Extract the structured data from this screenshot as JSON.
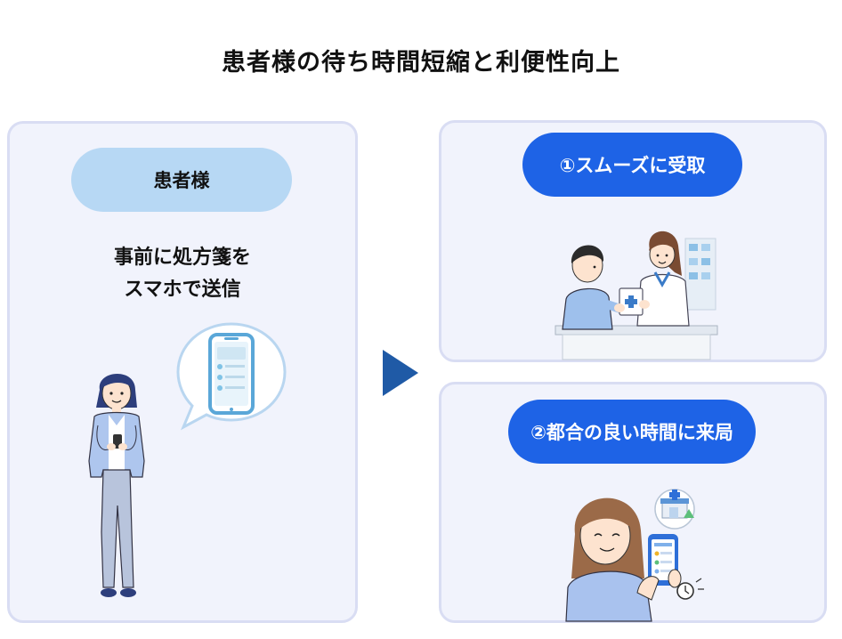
{
  "title": "患者様の待ち時間短縮と利便性向上",
  "patient_panel": {
    "label": "患者様",
    "description_line1": "事前に処方箋を",
    "description_line2": "スマホで送信"
  },
  "benefit_1": {
    "label": "①スムーズに受取"
  },
  "benefit_2": {
    "label": "②都合の良い時間に来局"
  },
  "colors": {
    "accent_blue": "#1e63e6",
    "pill_light": "#b7d8f4",
    "panel_bg": "#f1f3fc",
    "panel_border": "#d9ddf3",
    "arrow": "#1f5aa6"
  }
}
